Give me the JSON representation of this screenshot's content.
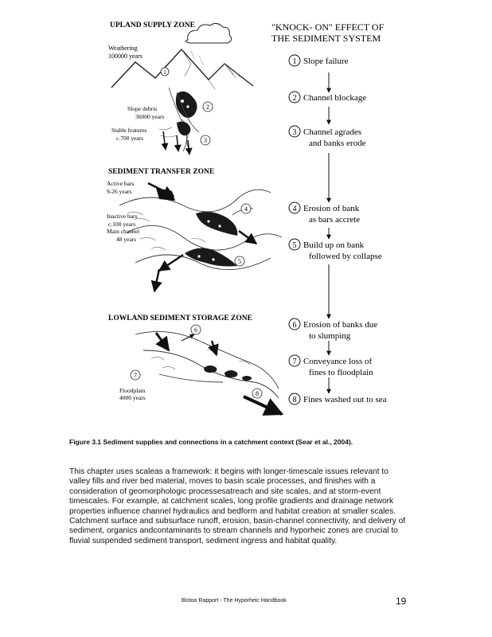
{
  "figure": {
    "zones": {
      "upland": "UPLAND SUPPLY ZONE",
      "transfer": "SEDIMENT TRANSFER ZONE",
      "lowland": "LOWLAND SEDIMENT STORAGE ZONE"
    },
    "upland_labels": {
      "weathering_1": "Weathering",
      "weathering_2": "100000 years",
      "slope_debris_1": "Slope debris",
      "slope_debris_2": "36000 years",
      "stable_1": "Stable features",
      "stable_2": "c.700 years"
    },
    "transfer_labels": {
      "active_1": "Active bars",
      "active_2": "9-26 years",
      "inactive_1": "Inactive bars",
      "inactive_2": "c.100 years",
      "main_1": "Main channel",
      "main_2": "48 years"
    },
    "lowland_labels": {
      "floodplain_1": "Floodplain",
      "floodplain_2": "4000 years"
    },
    "markers": [
      "1",
      "2",
      "3",
      "4",
      "5",
      "6",
      "7",
      "8"
    ],
    "knock_on": {
      "title_1": "\"KNOCK- ON\" EFFECT OF",
      "title_2": "THE SEDIMENT SYSTEM",
      "steps": [
        {
          "num": "1",
          "line1": "Slope failure",
          "line2": ""
        },
        {
          "num": "2",
          "line1": "Channel blockage",
          "line2": ""
        },
        {
          "num": "3",
          "line1": "Channel agrades",
          "line2": "and banks erode"
        },
        {
          "num": "4",
          "line1": "Erosion of bank",
          "line2": "as bars accrete"
        },
        {
          "num": "5",
          "line1": "Build up on bank",
          "line2": "followed by collapse"
        },
        {
          "num": "6",
          "line1": "Erosion of banks due",
          "line2": "to slumping"
        },
        {
          "num": "7",
          "line1": "Conveyance loss of",
          "line2": "fines to floodplain"
        },
        {
          "num": "8",
          "line1": "Fines washed out to sea",
          "line2": ""
        }
      ]
    }
  },
  "caption": "Figure 3.1 Sediment supplies and connections in a catchment context (Sear et al., 2004).",
  "body": "This chapter uses scaleas a framework: it begins with longer-timescale issues relevant to valley fills and river bed material, moves to basin scale processes, and finishes with a consideration of geomorphologic processesatreach and site scales, and at storm-event timescales. For example, at catchment scales, long profile gradients and drainage network properties influence channel hydraulics and bedform and habitat creation at smaller scales. Catchment surface and subsurface runoff, erosion, basin-channel connectivity, and delivery of sediment, organics andcontaminants to stream channels and hyporheic zones are crucial to fluvial suspended sediment transport, sediment ingress and habitat quality.",
  "footer": {
    "text": "Bistoo Rapport - The Hyporheic Handbook",
    "page": "19"
  }
}
